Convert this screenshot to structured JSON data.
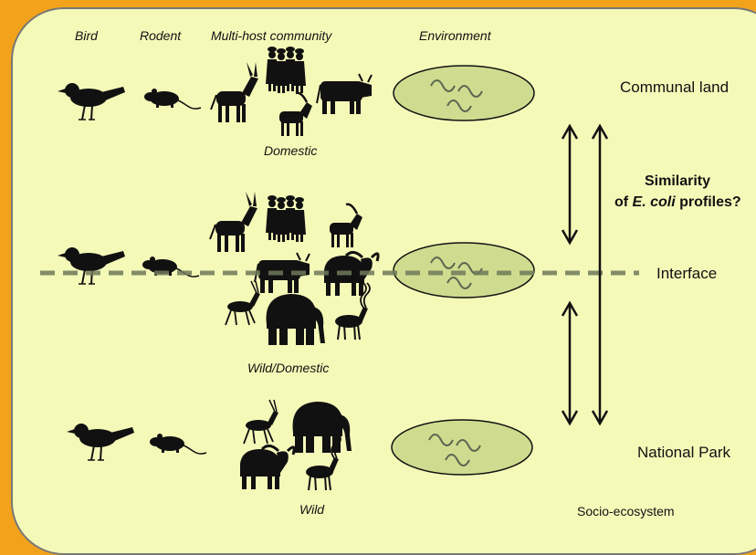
{
  "headers": {
    "bird": "Bird",
    "rodent": "Rodent",
    "community": "Multi-host community",
    "environment": "Environment"
  },
  "captions": {
    "domestic": "Domestic",
    "wild_domestic": "Wild/Domestic",
    "wild": "Wild"
  },
  "zones": {
    "communal": "Communal land",
    "interface": "Interface",
    "park": "National Park"
  },
  "question": {
    "line1": "Similarity",
    "line2_pre": "of ",
    "line2_em": "E. coli",
    "line2_post": " profiles?"
  },
  "footer": "Socio-ecosystem",
  "colors": {
    "background": "#f2a31b",
    "panel": "#f5f9b8",
    "ellipse_fill": "#cfdc8f",
    "silhouette": "#111111",
    "dashed_line": "#6f7a5a"
  },
  "icons": [
    "bird-icon",
    "rodent-icon",
    "donkey-icon",
    "people-icon",
    "cow-icon",
    "goat-icon",
    "buffalo-icon",
    "antelope-icon",
    "elephant-icon",
    "kudu-icon",
    "bacteria-icon",
    "double-arrow-icon"
  ]
}
